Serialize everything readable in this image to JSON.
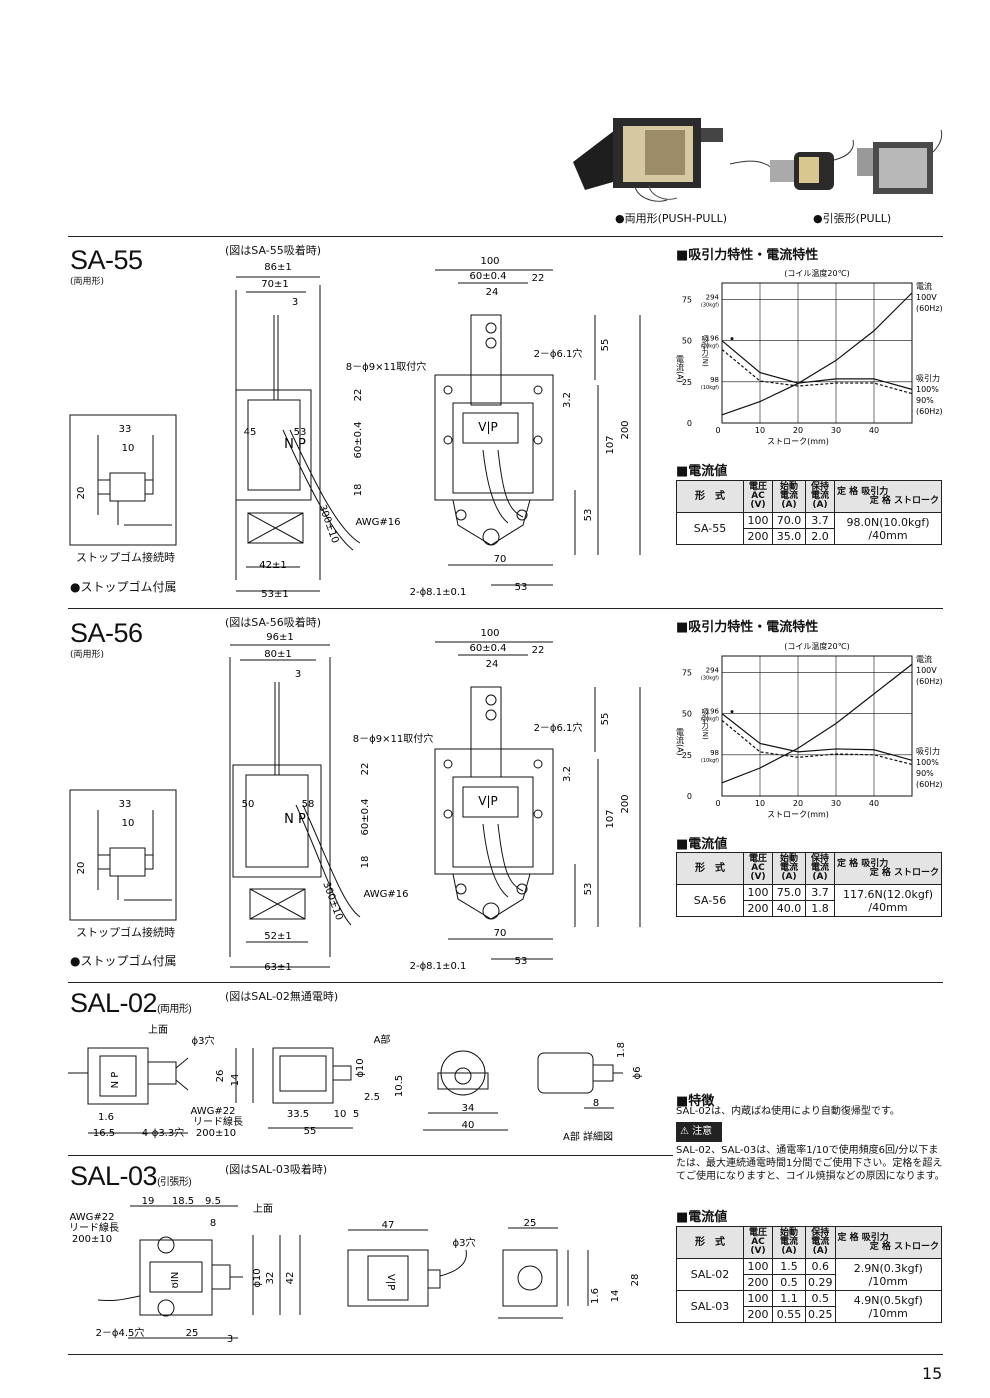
{
  "photo_captions": {
    "push_pull": "●両用形(PUSH-PULL)",
    "pull": "●引張形(PULL)"
  },
  "sa55": {
    "title": "SA-55",
    "subtitle": "(両用形)",
    "fig_caption": "(図はSA-55吸着時)",
    "stop_caption": "ストップゴム接続時",
    "accessory": "●ストップゴム付属",
    "chart_heading": "■吸引力特性・電流特性",
    "table_heading": "■電流値",
    "dims": {
      "w86": "86±1",
      "w70": "70±1",
      "w42": "42±1",
      "w53": "53±1",
      "d45": "45",
      "d53": "53",
      "hole": "8－ϕ9×11取付穴",
      "awg": "AWG#16",
      "lead": "300±10",
      "rot": "60±0.4",
      "np": "N   P",
      "top100": "100",
      "top60": "60±0.4",
      "top22": "22",
      "top24": "24",
      "hole61": "2－ϕ6.1穴",
      "h55": "55",
      "h200": "200",
      "h107": "107",
      "h53": "53",
      "h32": "3.2",
      "bottom70": "70",
      "bottom53": "53",
      "hole81": "2-ϕ8.1±0.1",
      "stop33": "33",
      "stop10": "10",
      "stop20": "20"
    }
  },
  "sa56": {
    "title": "SA-56",
    "subtitle": "(両用形)",
    "fig_caption": "(図はSA-56吸着時)",
    "stop_caption": "ストップゴム接続時",
    "accessory": "●ストップゴム付属",
    "chart_heading": "■吸引力特性・電流特性",
    "table_heading": "■電流値",
    "dims": {
      "w86": "96±1",
      "w70": "80±1",
      "w42": "52±1",
      "w53": "63±1",
      "d45": "50",
      "d53": "58",
      "hole": "8－ϕ9×11取付穴",
      "awg": "AWG#16",
      "lead": "300±10",
      "rot": "60±0.4",
      "np": "N   P",
      "top100": "100",
      "top60": "60±0.4",
      "top22": "22",
      "top24": "24",
      "hole61": "2－ϕ6.1穴",
      "h55": "55",
      "h200": "200",
      "h107": "107",
      "h53": "53",
      "h32": "3.2",
      "bottom70": "70",
      "bottom53": "53",
      "hole81": "2-ϕ8.1±0.1",
      "stop33": "33",
      "stop10": "10",
      "stop20": "20"
    }
  },
  "chart_common": {
    "temp": "(コイル温度20℃)",
    "y_left_label": "電流(A)",
    "y_mid_label": "吸引力(N)",
    "y_ticks_a": [
      "75",
      "50",
      "25",
      "0"
    ],
    "y_ticks_n": [
      "294",
      "196",
      "98"
    ],
    "y_ticks_kgf": [
      "(30kgf)",
      "(20kgf)",
      "(10kgf)"
    ],
    "x_ticks": [
      "0",
      "10",
      "20",
      "30",
      "40"
    ],
    "xlabel": "ストローク(mm)",
    "legend_current": "電流 100V (60Hz)",
    "legend_force": "吸引力 100% 90% (60Hz)"
  },
  "chart_data": [
    {
      "type": "line",
      "title": "SA-55 吸引力特性・電流特性",
      "x": [
        0,
        10,
        20,
        30,
        40,
        50
      ],
      "series": [
        {
          "name": "電流 100V (60Hz)",
          "unit": "A",
          "values": [
            5,
            13,
            24,
            38,
            56,
            79
          ]
        },
        {
          "name": "吸引力 100% (60Hz)",
          "unit": "N",
          "values": [
            196,
            120,
            95,
            105,
            105,
            80
          ]
        },
        {
          "name": "吸引力 90% (60Hz)",
          "unit": "N",
          "values": [
            175,
            100,
            88,
            95,
            95,
            70
          ]
        }
      ],
      "xlabel": "ストローク(mm)",
      "xlim": [
        0,
        50
      ],
      "ylim_a": [
        0,
        85
      ]
    },
    {
      "type": "line",
      "title": "SA-56 吸引力特性・電流特性",
      "x": [
        0,
        10,
        20,
        30,
        40,
        50
      ],
      "series": [
        {
          "name": "電流 100V (60Hz)",
          "unit": "A",
          "values": [
            8,
            17,
            29,
            44,
            62,
            80
          ]
        },
        {
          "name": "吸引力 100% (60Hz)",
          "unit": "N",
          "values": [
            196,
            125,
            105,
            112,
            110,
            85
          ]
        },
        {
          "name": "吸引力 90% (60Hz)",
          "unit": "N",
          "values": [
            180,
            105,
            92,
            100,
            98,
            75
          ]
        }
      ],
      "xlabel": "ストローク(mm)",
      "xlim": [
        0,
        50
      ],
      "ylim_a": [
        0,
        85
      ]
    }
  ],
  "table_headers": {
    "type": "形　式",
    "voltage": "電圧 AC (V)",
    "start": "始動 電流 (A)",
    "hold": "保持 電流 (A)",
    "rated": "定 格 吸引力",
    "stroke": "定 格 ストローク"
  },
  "sa55_table": {
    "model": "SA-55",
    "rows": [
      [
        "100",
        "70.0",
        "3.7"
      ],
      [
        "200",
        "35.0",
        "2.0"
      ]
    ],
    "rated": "98.0N(10.0kgf) /40mm"
  },
  "sa56_table": {
    "model": "SA-56",
    "rows": [
      [
        "100",
        "75.0",
        "3.7"
      ],
      [
        "200",
        "40.0",
        "1.8"
      ]
    ],
    "rated": "117.6N(12.0kgf) /40mm"
  },
  "sal02": {
    "title": "SAL-02",
    "subtitle": "(両用形)",
    "fig_caption": "(図はSAL-02無通電時)",
    "top_label": "上面",
    "hole3": "ϕ3穴",
    "a_part": "A部",
    "a_detail": "A部 詳細図",
    "awg": "AWG#22",
    "lead": "リード線長",
    "lead_len": "200±10",
    "holes33": "4-ϕ3.3穴",
    "d16": "1.6",
    "d165": "16.5",
    "d26": "26",
    "d14": "14",
    "d335": "33.5",
    "d10": "10",
    "d5": "5",
    "d55": "55",
    "phi10": "ϕ10",
    "d25": "2.5",
    "d105": "10.5",
    "d34": "34",
    "d40": "40",
    "d18": "1.8",
    "phi6": "ϕ6",
    "d8": "8",
    "np": "N P"
  },
  "features": {
    "heading": "■特徴",
    "text": "SAL-02は、内蔵ばね使用により自動復帰型です。",
    "caution": "注意",
    "caution_text": "SAL-02、SAL-03は、通電率1/10で使用頻度6回/分以下または、最大連続通電時間1分間でご使用下さい。定格を超えてご使用になりますと、コイル焼損などの原因になります。"
  },
  "sal03": {
    "title": "SAL-03",
    "subtitle": "(引張形)",
    "fig_caption": "(図はSAL-03吸着時)",
    "top_label": "上面",
    "awg": "AWG#22",
    "lead": "リード線長",
    "lead_len": "200±10",
    "d19": "19",
    "d185": "18.5",
    "d95": "9.5",
    "d8": "8",
    "phi10": "ϕ10",
    "d32": "32",
    "d42": "42",
    "holes45": "2－ϕ4.5穴",
    "d25": "25",
    "d3": "3",
    "d47": "47",
    "hole3": "ϕ3穴",
    "d25b": "25",
    "d28": "28",
    "d14": "14",
    "d16": "1.6",
    "vp": "V|P",
    "in": "ʊIN"
  },
  "sal_table_heading": "■電流値",
  "sal_table": [
    {
      "model": "SAL-02",
      "rows": [
        [
          "100",
          "1.5",
          "0.6"
        ],
        [
          "200",
          "0.5",
          "0.29"
        ]
      ],
      "rated": "2.9N(0.3kgf) /10mm"
    },
    {
      "model": "SAL-03",
      "rows": [
        [
          "100",
          "1.1",
          "0.5"
        ],
        [
          "200",
          "0.55",
          "0.25"
        ]
      ],
      "rated": "4.9N(0.5kgf) /10mm"
    }
  ],
  "page_number": "15"
}
